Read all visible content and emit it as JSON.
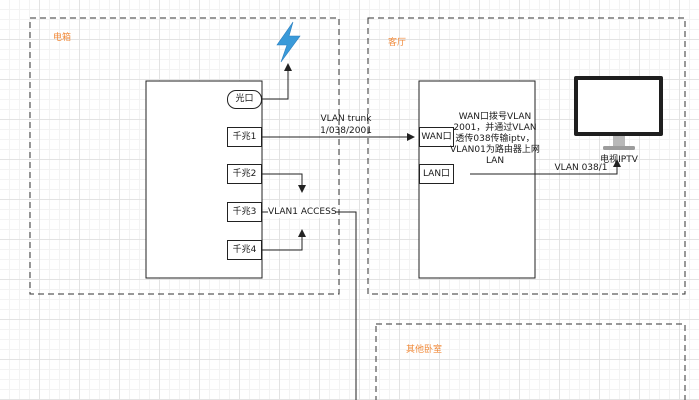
{
  "regions": {
    "distribution_box": "电箱",
    "living_room": "客厅",
    "other_rooms": "其他卧室"
  },
  "ports": {
    "fiber": "光口",
    "gig1": "千兆1",
    "gig2": "千兆2",
    "gig3": "千兆3",
    "gig4": "千兆4",
    "router_wan": "WAN口",
    "router_lan": "LAN口"
  },
  "edges": {
    "trunk_line1": "VLAN trunk",
    "trunk_line2": "1/038/2001",
    "access": "VLAN1 ACCESS",
    "iptv_vlan": "VLAN 038/1"
  },
  "notes": {
    "wan_note": "WAN口拨号VLAN 2001，并通过VLAN透传038传输iptv，VLAN01为路由器上网LAN"
  },
  "devices": {
    "tv_label": "电视IPTV"
  },
  "icons": {
    "lightning": "lightning-icon",
    "monitor": "monitor-icon"
  },
  "colors": {
    "region_title": "#f08a3a",
    "lightning": "#3a9ad9",
    "line": "#222222"
  }
}
